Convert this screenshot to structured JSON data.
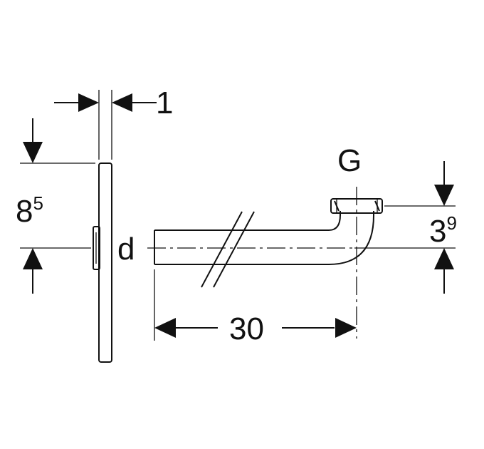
{
  "dimensions": {
    "plate_thickness": "1",
    "height_base": "8",
    "height_sup": "5",
    "pipe_label": "d",
    "thread_label": "G",
    "offset_base": "3",
    "offset_sup": "9",
    "length": "30"
  }
}
